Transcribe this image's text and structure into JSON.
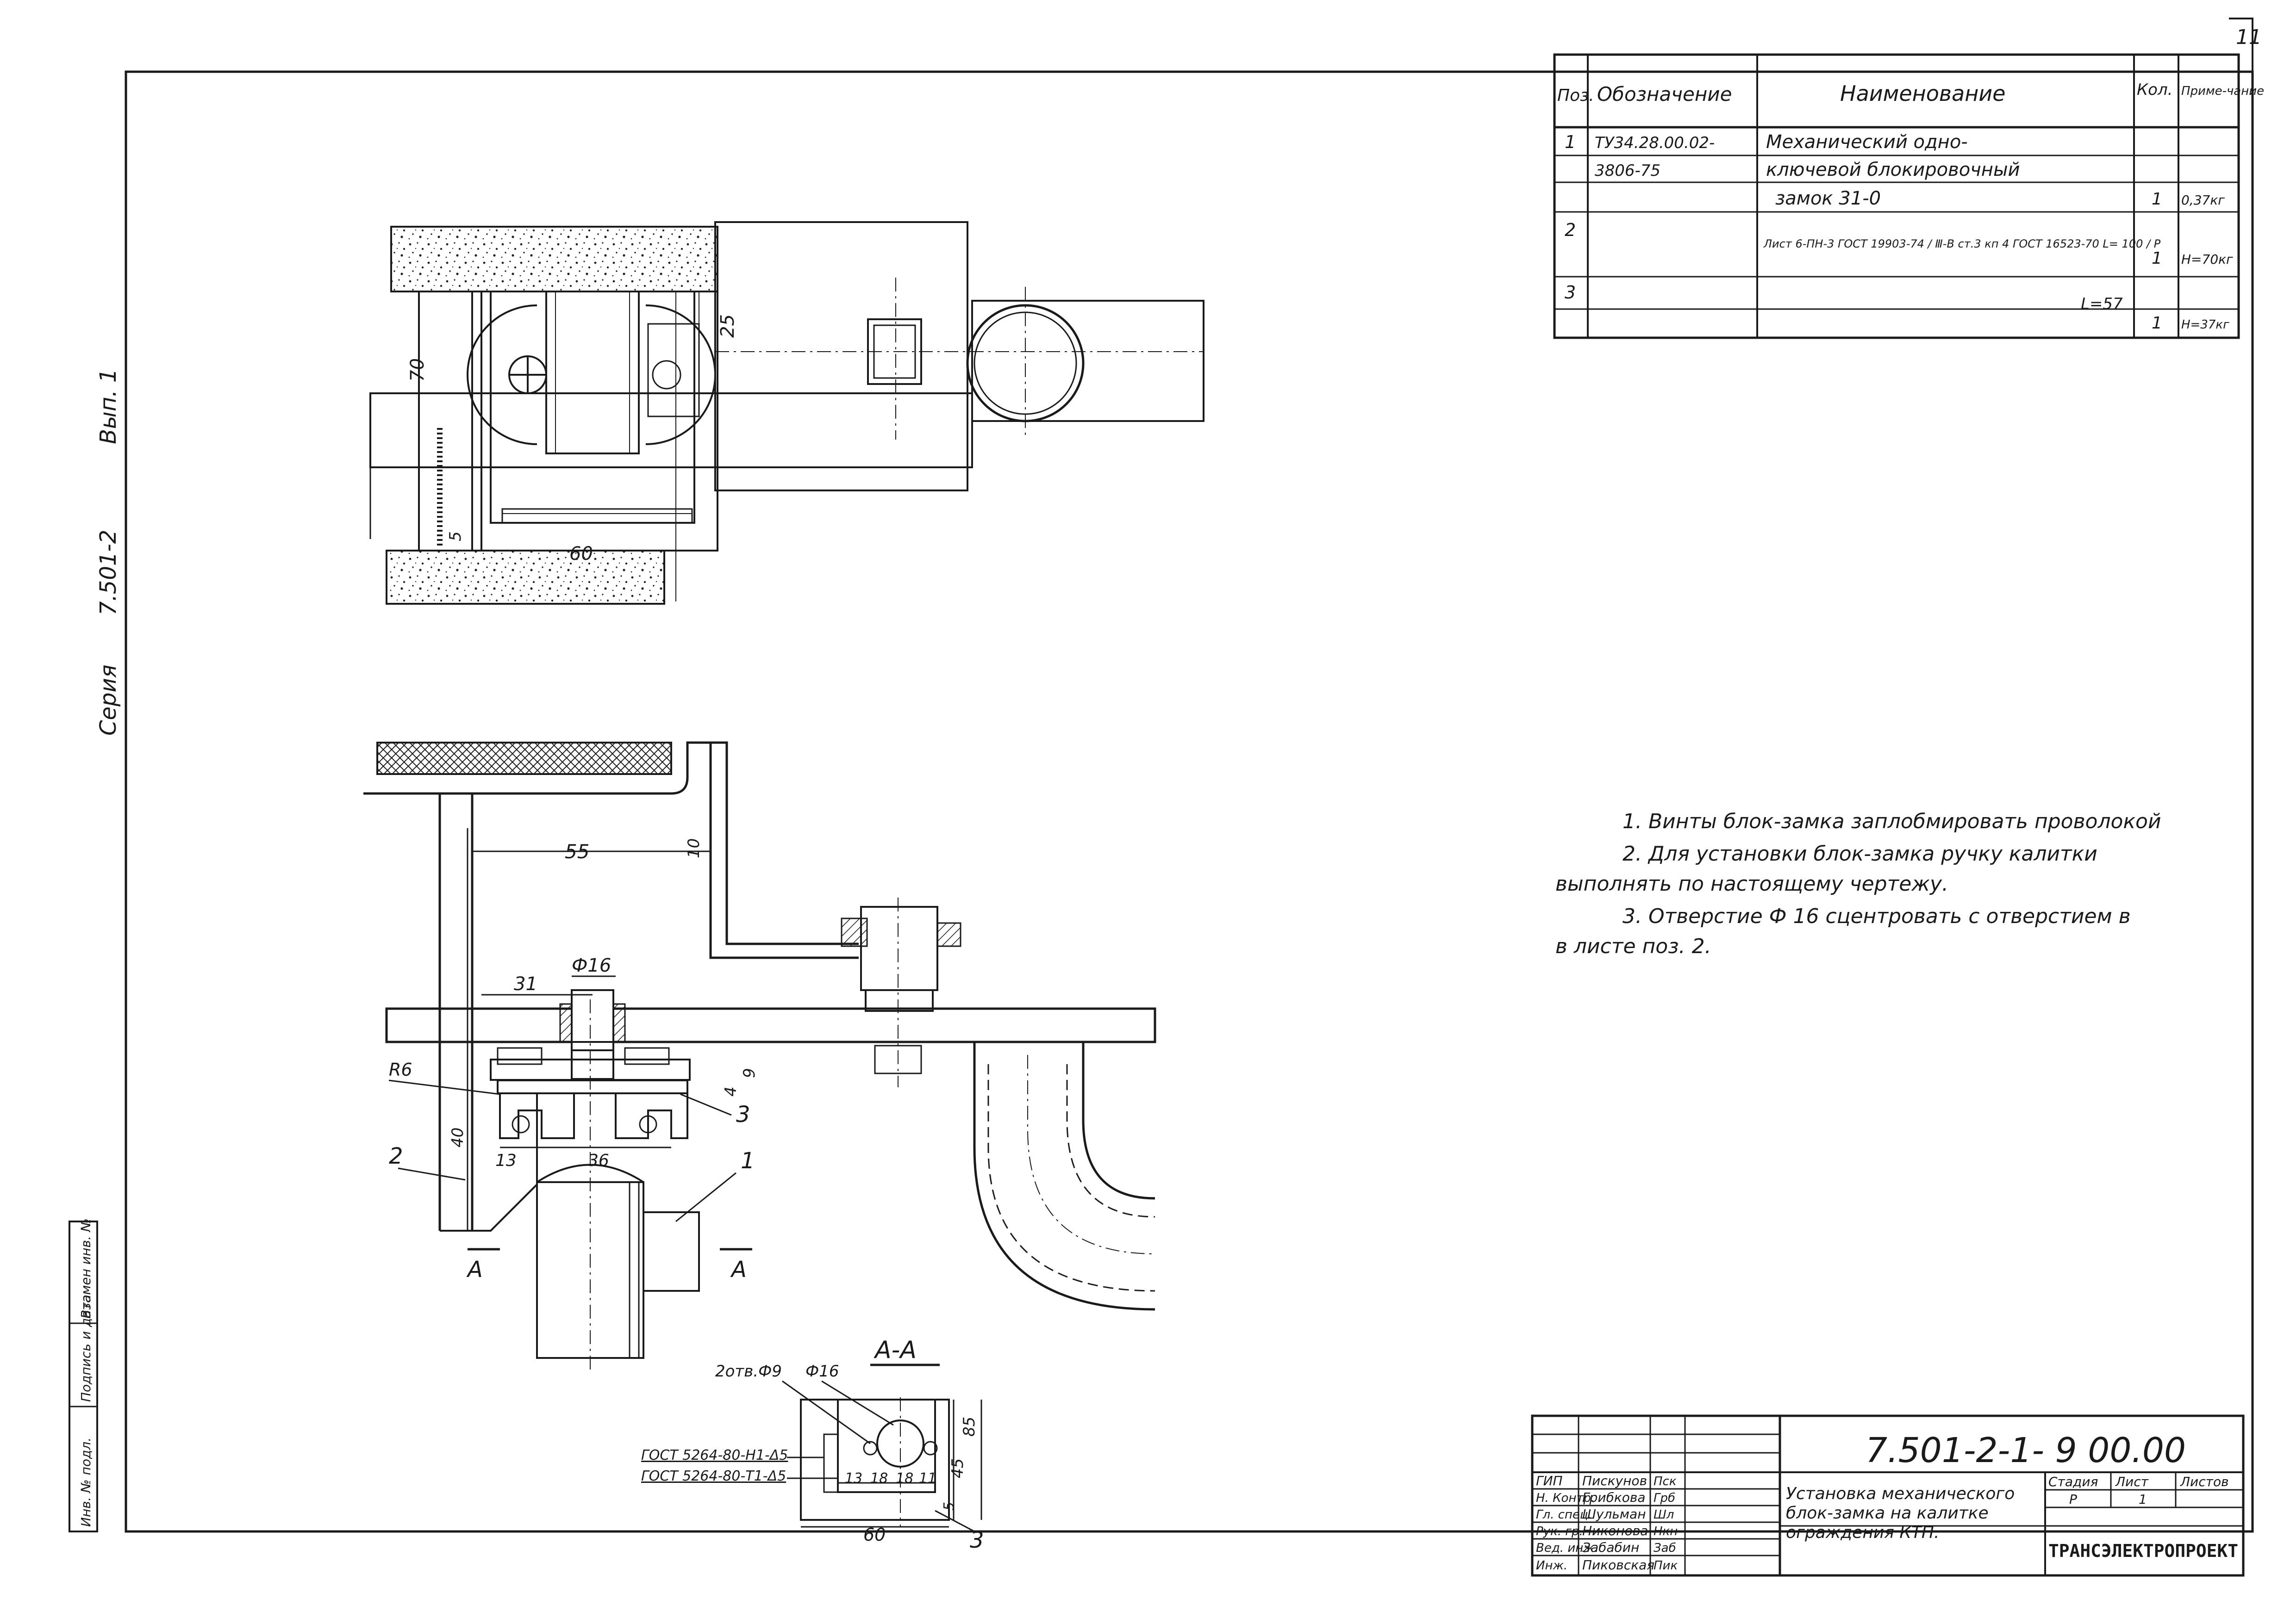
{
  "sheet_number": "11",
  "side_stamp": {
    "vyp": "Вып. 1",
    "series_code": "7.501-2",
    "series_label": "Серия"
  },
  "left_strip": [
    "Инв. № подл.",
    "Подпись и дата",
    "Взамен инв. №"
  ],
  "spec_table": {
    "headers": [
      "Поз.",
      "Обозначение",
      "Наименование",
      "Кол.",
      "Приме-чание"
    ],
    "rows": [
      {
        "poz": "1",
        "oboz": "ТУ34.28.00.02-",
        "name": "Механический одно-",
        "kol": "",
        "prim": ""
      },
      {
        "poz": "",
        "oboz": "3806-75",
        "name": "ключевой блокировочный",
        "kol": "",
        "prim": ""
      },
      {
        "poz": "",
        "oboz": "",
        "name": "замок 31-0",
        "kol": "1",
        "prim": "0,37кг"
      },
      {
        "poz": "2",
        "oboz": "",
        "name": "Лист 6-ПН-3 ГОСТ 19903-74 / Ⅲ-В ст.3 кп 4 ГОСТ 16523-70 L= 100 / P",
        "kol": "1",
        "prim": "H=70кг"
      },
      {
        "poz": "3",
        "oboz": "",
        "name": "L=57",
        "kol": "1",
        "prim": "H=37кг"
      }
    ]
  },
  "notes": [
    "1. Винты блок-замка заплобмировать проволокой",
    "2. Для установки блок-замка ручку калитки",
    "выполнять по настоящему чертежу.",
    "3. Отверстие Ф 16 сцентровать с отверстием в",
    "в листе поз. 2."
  ],
  "dimensions": {
    "top_view": [
      "25",
      "70",
      "60",
      "5"
    ],
    "side_view": [
      "55",
      "10",
      "31",
      "Ф16",
      "R6",
      "4",
      "9",
      "40",
      "13",
      "36"
    ],
    "section": [
      "2отв.Ф9",
      "Ф16",
      "85",
      "45",
      "60",
      "5",
      "13",
      "18",
      "18",
      "11"
    ]
  },
  "callouts": {
    "pos1": "1",
    "pos2": "2",
    "pos3": "3",
    "pos3_section": "3",
    "section_marker_left": "А",
    "section_marker_right": "А",
    "section_title": "А-А"
  },
  "gost_refs": [
    "ГОСТ 5264-80-Н1-Δ5",
    "ГОСТ 5264-80-Т1-Δ5"
  ],
  "title_block": {
    "doc_code": "7.501-2-1- 9 00.00",
    "title_lines": [
      "Установка механического",
      "блок-замка на калитке",
      "ограждения КТП."
    ],
    "stage_header": "Стадия",
    "sheet_header": "Лист",
    "sheets_header": "Листов",
    "stage": "Р",
    "sheet": "1",
    "sheets": "",
    "org": "ТРАНСЭЛЕКТРОПРОЕКТ",
    "people": [
      {
        "role": "ГИП",
        "name": "Пискунов",
        "sign": "Пск"
      },
      {
        "role": "Н. Контр.",
        "name": "Грибкова",
        "sign": "Грб"
      },
      {
        "role": "Гл. спец.",
        "name": "Шульман",
        "sign": "Шл"
      },
      {
        "role": "Рук. гр.",
        "name": "Никонова",
        "sign": "Нкн"
      },
      {
        "role": "Вед. инж.",
        "name": "Забабин",
        "sign": "Заб"
      },
      {
        "role": "Инж.",
        "name": "Пиковская",
        "sign": "Пик"
      }
    ]
  }
}
